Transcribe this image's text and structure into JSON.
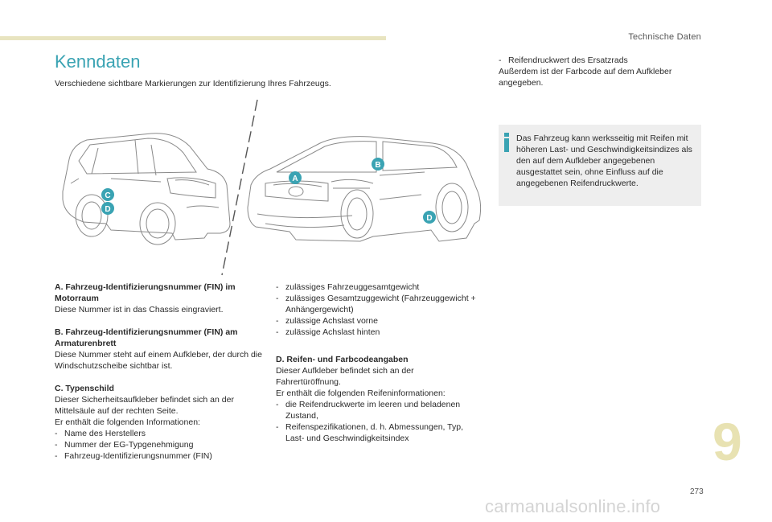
{
  "header": {
    "section": "Technische Daten",
    "title": "Kenndaten",
    "subtitle": "Verschiedene sichtbare Markierungen zur Identifizierung Ihres Fahrzeugs."
  },
  "figure": {
    "markers": {
      "a": "A",
      "b": "B",
      "c": "C",
      "d1": "D",
      "d2": "D"
    },
    "marker_color": "#3aa3b3"
  },
  "col1": {
    "a_head": "A. Fahrzeug-Identifizierungsnummer (FIN) im Motorraum",
    "a_body": "Diese Nummer ist in das Chassis eingraviert.",
    "b_head": "B. Fahrzeug-Identifizierungsnummer (FIN) am Armaturenbrett",
    "b_body": "Diese Nummer steht auf einem Aufkleber, der durch die Windschutzscheibe sichtbar ist.",
    "c_head": "C. Typenschild",
    "c_body": "Dieser Sicherheitsaufkleber befindet sich an der Mittelsäule auf der rechten Seite.",
    "c_intro": "Er enthält die folgenden Informationen:",
    "c_items": [
      "Name des Herstellers",
      "Nummer der EG-Typgenehmigung",
      "Fahrzeug-Identifizierungsnummer (FIN)"
    ]
  },
  "col2": {
    "items": [
      "zulässiges Fahrzeuggesamtgewicht",
      "zulässiges Gesamtzuggewicht (Fahrzeuggewicht + Anhängergewicht)",
      "zulässige Achslast vorne",
      "zulässige Achslast hinten"
    ],
    "d_head": "D. Reifen- und Farbcodeangaben",
    "d_body": "Dieser Aufkleber befindet sich an der Fahrertüröffnung.",
    "d_intro": "Er enthält die folgenden Reifeninformationen:",
    "d_items": [
      "die Reifendruckwerte im leeren und beladenen Zustand,",
      "Reifenspezifikationen, d. h. Abmessungen, Typ, Last- und Geschwindigkeitsindex"
    ]
  },
  "col3": {
    "item": "Reifendruckwert des Ersatzrads",
    "body": "Außerdem ist der Farbcode auf dem Aufkleber angegeben."
  },
  "note": {
    "text": "Das Fahrzeug kann werksseitig mit Reifen mit höheren Last- und Geschwindigkeitsindizes als den auf dem Aufkleber angegebenen ausgestattet sein, ohne Einfluss auf die angegebenen Reifendruckwerte."
  },
  "footer": {
    "chapter": "9",
    "page": "273",
    "watermark": "carmanualsonline.info"
  },
  "colors": {
    "accent": "#3aa3b3",
    "top_bar": "#e8e4c0",
    "chapter_number": "#e8e2b2",
    "note_background": "#eeeeee"
  }
}
